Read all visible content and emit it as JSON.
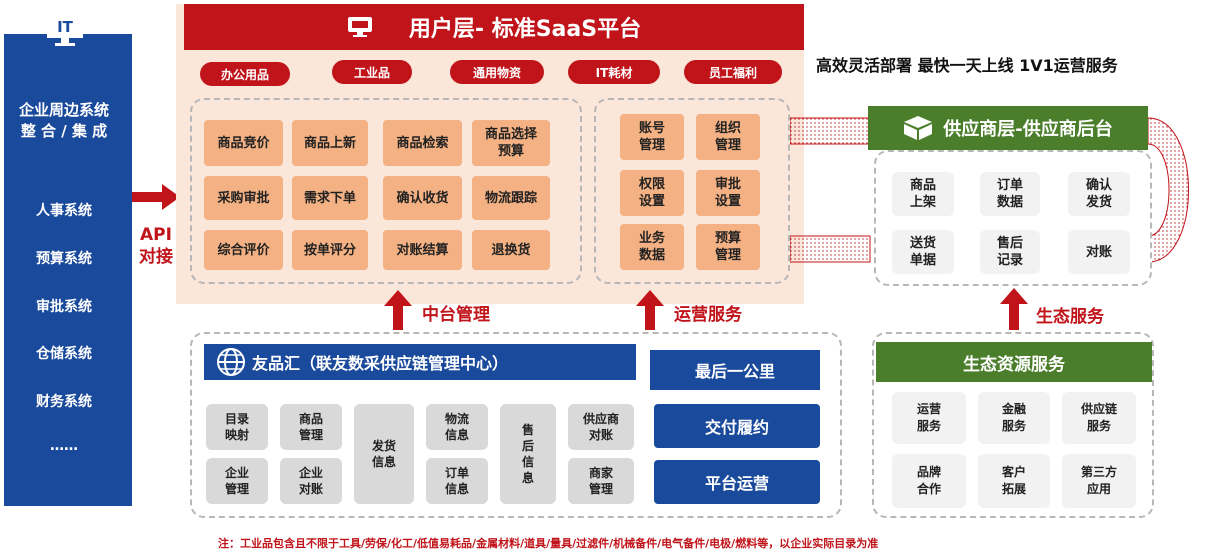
{
  "left_panel": {
    "icon_text": "IT",
    "title_line1": "企业周边系统",
    "title_line2": "整 合 / 集 成",
    "items": [
      "人事系统",
      "预算系统",
      "审批系统",
      "仓储系统",
      "财务系统",
      "……"
    ]
  },
  "api_label_line1": "API",
  "api_label_line2": "对接",
  "user_layer": {
    "title": "用户层- 标准SaaS平台",
    "pills": [
      "办公用品",
      "工业品",
      "通用物资",
      "IT耗材",
      "员工福利"
    ],
    "functions": [
      [
        "商品竞价",
        "商品上新",
        "商品检索",
        "商品选择\n预算"
      ],
      [
        "采购审批",
        "需求下单",
        "确认收货",
        "物流跟踪"
      ],
      [
        "综合评价",
        "按单评分",
        "对账结算",
        "退换货"
      ]
    ],
    "admin": [
      [
        "账号\n管理",
        "组织\n管理"
      ],
      [
        "权限\n设置",
        "审批\n设置"
      ],
      [
        "业务\n数据",
        "预算\n管理"
      ]
    ]
  },
  "headline": "高效灵活部署 最快一天上线 1V1运营服务",
  "supplier_layer": {
    "title": "供应商层-供应商后台",
    "items": [
      [
        "商品\n上架",
        "订单\n数据",
        "确认\n发货"
      ],
      [
        "送货\n单据",
        "售后\n记录",
        "对账"
      ]
    ]
  },
  "labels": {
    "middle_platform": "中台管理",
    "operations": "运营服务",
    "ecosystem": "生态服务"
  },
  "youpinhui": {
    "title": "友品汇（联友数采供应链管理中心）",
    "col1": [
      "目录\n映射",
      "企业\n管理"
    ],
    "col2": [
      "商品\n管理",
      "企业\n对账"
    ],
    "col3": "发货\n信息",
    "col4": [
      "物流\n信息",
      "订单\n信息"
    ],
    "col5": "售\n后\n信\n息",
    "col6": [
      "供应商\n对账",
      "商家\n管理"
    ]
  },
  "last_mile": {
    "title": "最后一公里",
    "items": [
      "交付履约",
      "平台运营"
    ]
  },
  "eco_resources": {
    "title": "生态资源服务",
    "items": [
      [
        "运营\n服务",
        "金融\n服务",
        "供应链\n服务"
      ],
      [
        "品牌\n合作",
        "客户\n拓展",
        "第三方\n应用"
      ]
    ]
  },
  "footnote": "注：工业品包含且不限于工具/劳保/化工/低值易耗品/金属材料/道具/量具/过滤件/机械备件/电气备件/电极/燃料等，以企业实际目录为准",
  "colors": {
    "red": "#c0141a",
    "blue": "#1a4a9c",
    "green": "#4a7e2b",
    "orange_box": "#f4b183",
    "peach_bg": "#fbe6da"
  }
}
